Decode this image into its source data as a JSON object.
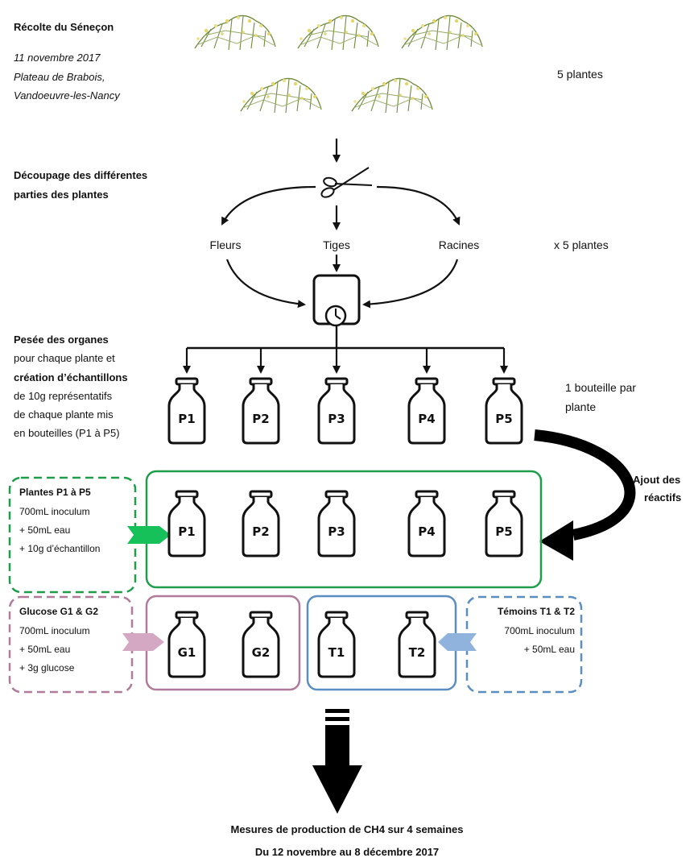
{
  "harvest": {
    "title": "Récolte du Séneçon",
    "date": "11 novembre 2017",
    "place_line1": "Plateau de Brabois,",
    "place_line2": "Vandoeuvre-les-Nancy",
    "count": "5 plantes"
  },
  "cutting": {
    "title_line1": "Découpage des différentes",
    "title_line2": "parties des plantes",
    "parts": [
      "Fleurs",
      "Tiges",
      "Racines"
    ],
    "multiplier": "x 5 plantes"
  },
  "weighing": {
    "line1": "Pesée des organes",
    "line2": "pour chaque plante et",
    "line3": "création d’échantillons",
    "line4": "de 10g représentatifs",
    "line5": "de chaque plante mis",
    "line6": "en bouteilles (P1 à P5)",
    "bottles": [
      "P1",
      "P2",
      "P3",
      "P4",
      "P5"
    ],
    "note_line1": "1 bouteille par",
    "note_line2": "plante"
  },
  "reagents": {
    "label_line1": "Ajout des",
    "label_line2": "réactifs"
  },
  "plants_group": {
    "title": "Plantes P1 à P5",
    "lines": [
      "700mL inoculum",
      "+ 50mL eau",
      "+ 10g d’échantillon"
    ],
    "bottles": [
      "P1",
      "P2",
      "P3",
      "P4",
      "P5"
    ],
    "color": "#1e9e4a",
    "arrow_color": "#16c15a"
  },
  "glucose_group": {
    "title": "Glucose G1 & G2",
    "lines": [
      "700mL inoculum",
      "+ 50mL eau",
      "+ 3g glucose"
    ],
    "bottles": [
      "G1",
      "G2"
    ],
    "color": "#b07a9a",
    "arrow_color": "#d4a7c2"
  },
  "control_group": {
    "title": "Témoins T1 & T2",
    "lines": [
      "700mL inoculum",
      "+ 50mL eau"
    ],
    "bottles": [
      "T1",
      "T2"
    ],
    "color": "#5a8ec0",
    "arrow_color": "#8fb3dd"
  },
  "measure": {
    "line1": "Mesures de production de CH4 sur 4 semaines",
    "line2": "Du 12 novembre au 8 décembre 2017"
  },
  "icons": [
    "plant-icon",
    "scissors-icon",
    "scale-icon",
    "bottle-icon"
  ]
}
